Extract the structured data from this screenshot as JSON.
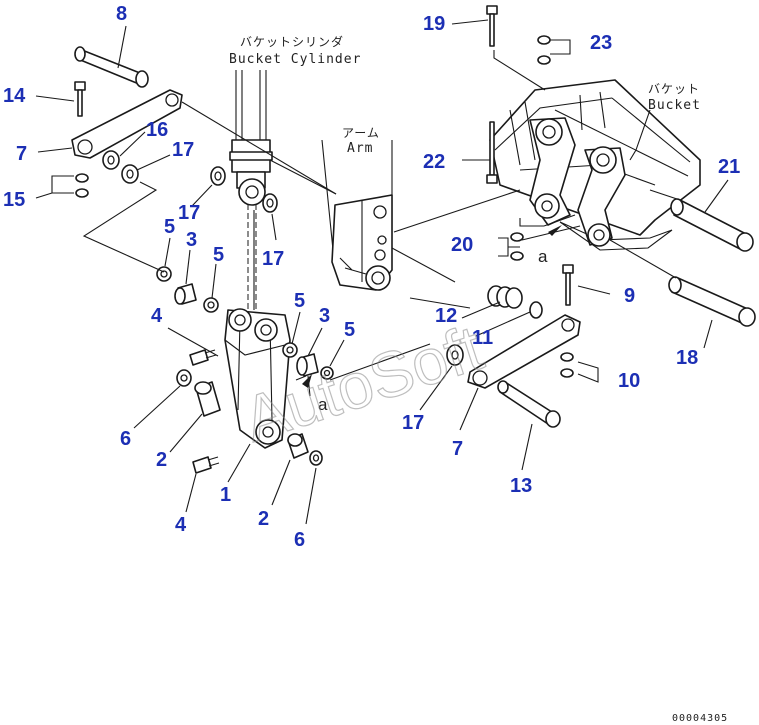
{
  "labels": {
    "bucket_cylinder_jp": "バケットシリンダ",
    "bucket_cylinder_en": "Bucket Cylinder",
    "arm_jp": "アーム",
    "arm_en": "Arm",
    "bucket_jp": "バケット",
    "bucket_en": "Bucket",
    "ref_a": "a",
    "watermark": "AutoSoft",
    "drawing_code": "00004305"
  },
  "callouts": {
    "c1": "1",
    "c2a": "2",
    "c2b": "2",
    "c3a": "3",
    "c3b": "3",
    "c4a": "4",
    "c4b": "4",
    "c5a": "5",
    "c5b": "5",
    "c5c": "5",
    "c5d": "5",
    "c6a": "6",
    "c6b": "6",
    "c7a": "7",
    "c7b": "7",
    "c8": "8",
    "c9": "9",
    "c10": "10",
    "c11": "11",
    "c12": "12",
    "c13": "13",
    "c14": "14",
    "c15": "15",
    "c16": "16",
    "c17a": "17",
    "c17b": "17",
    "c17c": "17",
    "c17d": "17",
    "c18": "18",
    "c19": "19",
    "c20": "20",
    "c21": "21",
    "c22": "22",
    "c23": "23"
  },
  "colors": {
    "callout": "#1c2fb4",
    "line": "#1a1a1a"
  }
}
